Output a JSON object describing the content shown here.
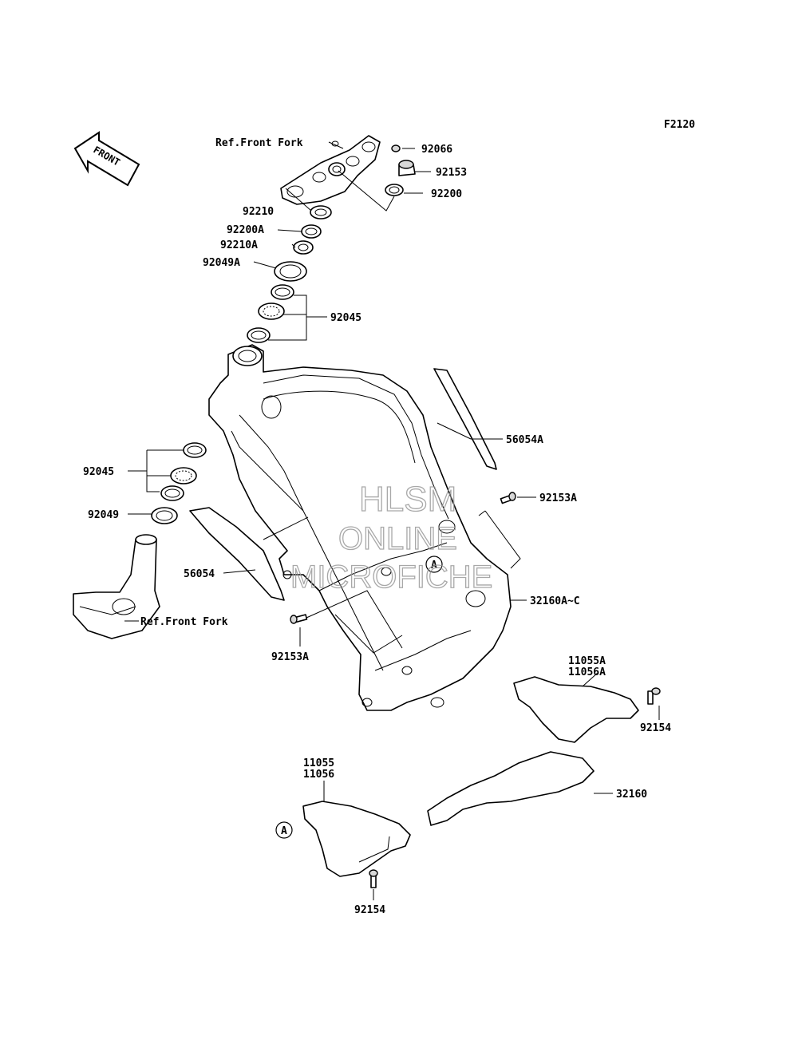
{
  "figure_code": "F2120",
  "direction_arrow": "FRONT",
  "watermark": {
    "line1": "HLSM",
    "line2": "ONLINE",
    "line3": "MICROFICHE"
  },
  "callout_marker": "A",
  "labels": {
    "ref_front_fork_top": "Ref.Front Fork",
    "ref_front_fork_bottom": "Ref.Front Fork",
    "p92066": "92066",
    "p92153": "92153",
    "p92200": "92200",
    "p92210": "92210",
    "p92200A": "92200A",
    "p92210A": "92210A",
    "p92049A": "92049A",
    "p92045_top": "92045",
    "p56054A": "56054A",
    "p92045_left": "92045",
    "p92049": "92049",
    "p92153A_right": "92153A",
    "p56054": "56054",
    "p32160AC": "32160A~C",
    "p92153A_bottom": "92153A",
    "p11055A": "11055A",
    "p11056A": "11056A",
    "p92154_right": "92154",
    "p11055": "11055",
    "p11056": "11056",
    "p32160": "32160",
    "p92154_bottom": "92154"
  }
}
